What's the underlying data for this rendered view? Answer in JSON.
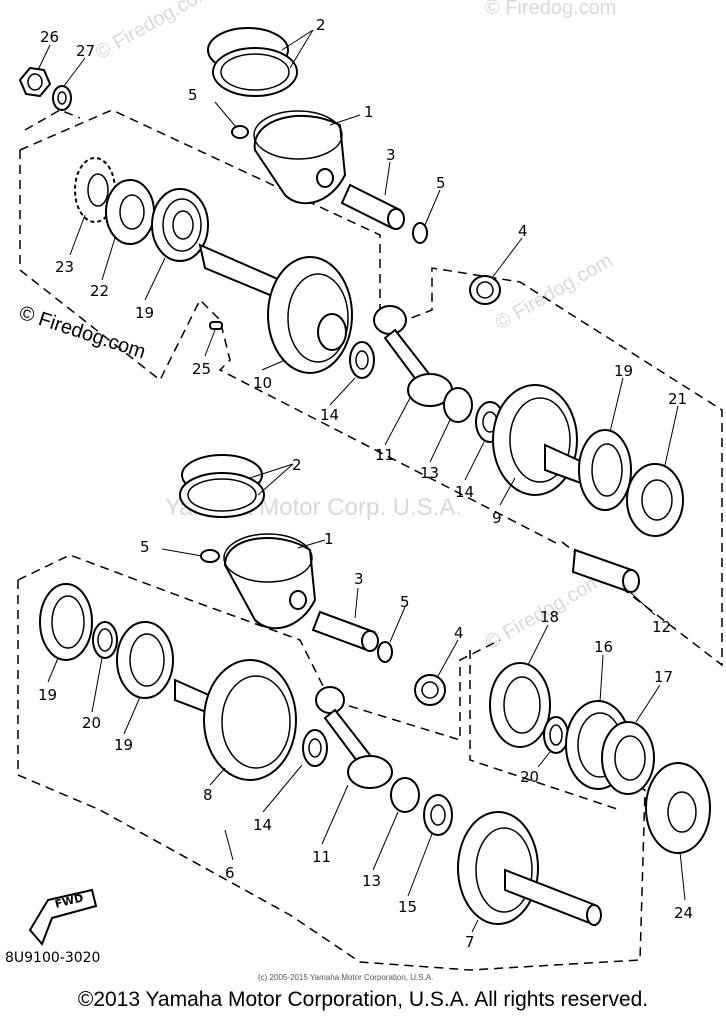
{
  "watermarks": {
    "site_top": "© Firedog.com",
    "site_left": "© Firedog.com",
    "site_mid_right": "© Firedog.com",
    "site_lower_right": "© Firedog.com",
    "center": "Yamaha Motor Corp. U.S.A."
  },
  "callouts": {
    "c1a": "1",
    "c1b": "1",
    "c2a": "2",
    "c2b": "2",
    "c3a": "3",
    "c3b": "3",
    "c4a": "4",
    "c4b": "4",
    "c5a": "5",
    "c5b": "5",
    "c5c": "5",
    "c5d": "5",
    "c6": "6",
    "c7": "7",
    "c8": "8",
    "c9": "9",
    "c10": "10",
    "c11a": "11",
    "c11b": "11",
    "c12": "12",
    "c13a": "13",
    "c13b": "13",
    "c14a": "14",
    "c14b": "14",
    "c14c": "14",
    "c15": "15",
    "c16": "16",
    "c17": "17",
    "c18": "18",
    "c19a": "19",
    "c19b": "19",
    "c19c": "19",
    "c19d": "19",
    "c20a": "20",
    "c20b": "20",
    "c21": "21",
    "c22": "22",
    "c23": "23",
    "c24": "24",
    "c25": "25",
    "c26": "26",
    "c27": "27"
  },
  "fwd_label": "FWD",
  "diagram_code": "8U9100-3020",
  "small_copyright": "(c) 2005-2015 Yamaha Motor Corporation, U.S.A.",
  "copyright": "©2013 Yamaha Motor Corporation, U.S.A. All rights reserved."
}
